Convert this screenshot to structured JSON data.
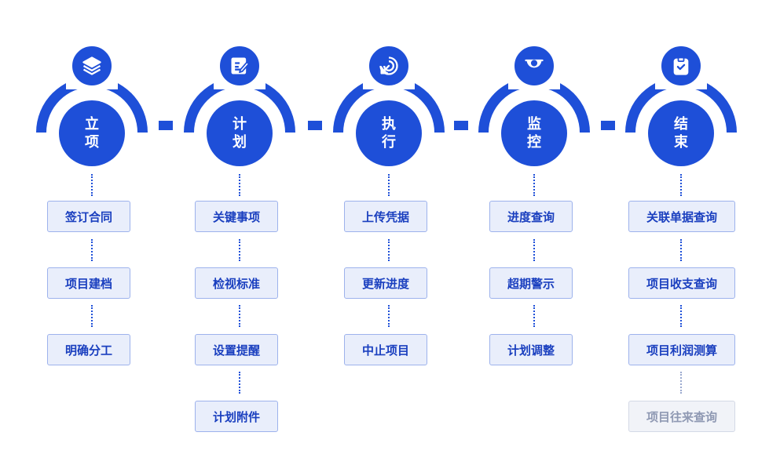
{
  "colors": {
    "primary": "#1e4fd8",
    "item_bg": "#e9eefb",
    "item_border": "#9db2ec",
    "item_text": "#1a3fbf",
    "disabled_text": "#8f99b3"
  },
  "stages": [
    {
      "id": "lixiang",
      "title": "立项",
      "icon": "layers-icon",
      "items": [
        {
          "label": "签订合同"
        },
        {
          "label": "项目建档"
        },
        {
          "label": "明确分工"
        }
      ]
    },
    {
      "id": "jihua",
      "title": "计划",
      "icon": "edit-icon",
      "items": [
        {
          "label": "关键事项"
        },
        {
          "label": "检视标准"
        },
        {
          "label": "设置提醒"
        },
        {
          "label": "计划附件"
        }
      ]
    },
    {
      "id": "zhixing",
      "title": "执行",
      "icon": "target-icon",
      "items": [
        {
          "label": "上传凭据"
        },
        {
          "label": "更新进度"
        },
        {
          "label": "中止项目"
        }
      ]
    },
    {
      "id": "jiankong",
      "title": "监控",
      "icon": "camera-icon",
      "items": [
        {
          "label": "进度查询"
        },
        {
          "label": "超期警示"
        },
        {
          "label": "计划调整"
        }
      ]
    },
    {
      "id": "jieshu",
      "title": "结束",
      "icon": "clipboard-check-icon",
      "items": [
        {
          "label": "关联单据查询"
        },
        {
          "label": "项目收支查询"
        },
        {
          "label": "项目利润测算"
        },
        {
          "label": "项目往来查询",
          "disabled": true
        }
      ]
    }
  ]
}
